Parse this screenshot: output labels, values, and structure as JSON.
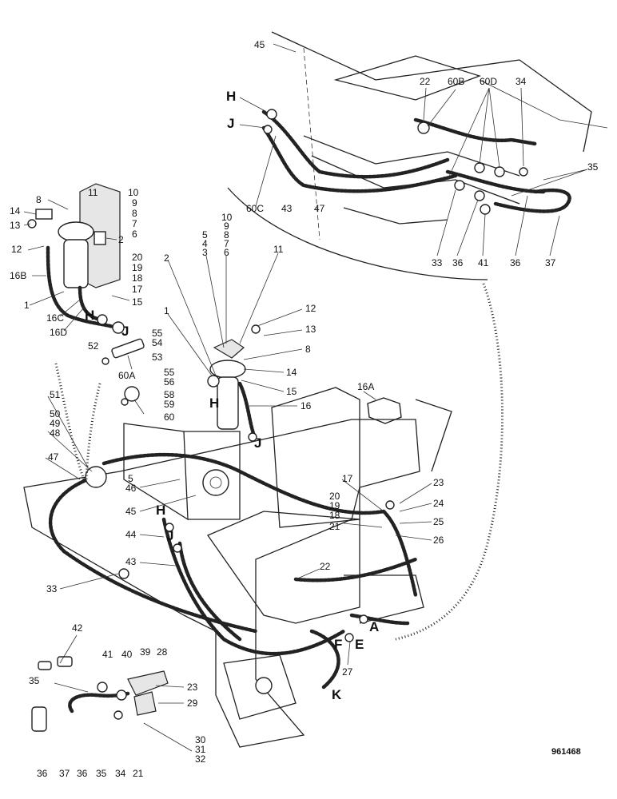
{
  "figure": {
    "reference_number": "961468"
  },
  "callouts": [
    {
      "id": "c45",
      "text": "45"
    },
    {
      "id": "c22a",
      "text": "22"
    },
    {
      "id": "c60B",
      "text": "60B"
    },
    {
      "id": "c60D",
      "text": "60D"
    },
    {
      "id": "c34a",
      "text": "34"
    },
    {
      "id": "cHa",
      "text": "H"
    },
    {
      "id": "cJa",
      "text": "J"
    },
    {
      "id": "c35a",
      "text": "35"
    },
    {
      "id": "c60C",
      "text": "60C"
    },
    {
      "id": "c43a",
      "text": "43"
    },
    {
      "id": "c47a",
      "text": "47"
    },
    {
      "id": "c33a",
      "text": "33"
    },
    {
      "id": "c36a",
      "text": "36"
    },
    {
      "id": "c41a",
      "text": "41"
    },
    {
      "id": "c36b",
      "text": "36"
    },
    {
      "id": "c37a",
      "text": "37"
    },
    {
      "id": "c11a",
      "text": "11"
    },
    {
      "id": "c10a",
      "text": "10"
    },
    {
      "id": "c9a",
      "text": "9"
    },
    {
      "id": "c8a",
      "text": "8"
    },
    {
      "id": "c7a",
      "text": "7"
    },
    {
      "id": "c6a",
      "text": "6"
    },
    {
      "id": "c8b",
      "text": "8"
    },
    {
      "id": "c14a",
      "text": "14"
    },
    {
      "id": "c13a",
      "text": "13"
    },
    {
      "id": "c2a",
      "text": "2"
    },
    {
      "id": "c12a",
      "text": "12"
    },
    {
      "id": "c20a",
      "text": "20"
    },
    {
      "id": "c19a",
      "text": "19"
    },
    {
      "id": "c18a",
      "text": "18"
    },
    {
      "id": "c17a",
      "text": "17"
    },
    {
      "id": "c16B",
      "text": "16B"
    },
    {
      "id": "c1a",
      "text": "1"
    },
    {
      "id": "c15a",
      "text": "15"
    },
    {
      "id": "c16C",
      "text": "16C"
    },
    {
      "id": "cHb",
      "text": "H"
    },
    {
      "id": "c16D",
      "text": "16D"
    },
    {
      "id": "cJb",
      "text": "J"
    },
    {
      "id": "c10b",
      "text": "10"
    },
    {
      "id": "c9b",
      "text": "9"
    },
    {
      "id": "c8c",
      "text": "8"
    },
    {
      "id": "c7b",
      "text": "7"
    },
    {
      "id": "c6b",
      "text": "6"
    },
    {
      "id": "c5a",
      "text": "5"
    },
    {
      "id": "c4a",
      "text": "4"
    },
    {
      "id": "c3a",
      "text": "3"
    },
    {
      "id": "c2b",
      "text": "2"
    },
    {
      "id": "c11b",
      "text": "11"
    },
    {
      "id": "c12b",
      "text": "12"
    },
    {
      "id": "c13b",
      "text": "13"
    },
    {
      "id": "c1b",
      "text": "1"
    },
    {
      "id": "c8d",
      "text": "8"
    },
    {
      "id": "c14b",
      "text": "14"
    },
    {
      "id": "c15b",
      "text": "15"
    },
    {
      "id": "c16a",
      "text": "16"
    },
    {
      "id": "cHc",
      "text": "H"
    },
    {
      "id": "cJc",
      "text": "J"
    },
    {
      "id": "c16A",
      "text": "16A"
    },
    {
      "id": "c55a",
      "text": "55"
    },
    {
      "id": "c54a",
      "text": "54"
    },
    {
      "id": "c52a",
      "text": "52"
    },
    {
      "id": "c53a",
      "text": "53"
    },
    {
      "id": "c60A",
      "text": "60A"
    },
    {
      "id": "c55b",
      "text": "55"
    },
    {
      "id": "c56a",
      "text": "56"
    },
    {
      "id": "c58a",
      "text": "58"
    },
    {
      "id": "c59a",
      "text": "59"
    },
    {
      "id": "c60a",
      "text": "60"
    },
    {
      "id": "c51a",
      "text": "51"
    },
    {
      "id": "c50a",
      "text": "50"
    },
    {
      "id": "c49a",
      "text": "49"
    },
    {
      "id": "c48a",
      "text": "48"
    },
    {
      "id": "c47b",
      "text": "47"
    },
    {
      "id": "c5b",
      "text": "5"
    },
    {
      "id": "c46a",
      "text": "46"
    },
    {
      "id": "c45b",
      "text": "45"
    },
    {
      "id": "cHd",
      "text": "H"
    },
    {
      "id": "c44a",
      "text": "44"
    },
    {
      "id": "cJd",
      "text": "J"
    },
    {
      "id": "c43b",
      "text": "43"
    },
    {
      "id": "c33b",
      "text": "33"
    },
    {
      "id": "c17b",
      "text": "17"
    },
    {
      "id": "c20b",
      "text": "20"
    },
    {
      "id": "c19b",
      "text": "19"
    },
    {
      "id": "c18b",
      "text": "18"
    },
    {
      "id": "c21a",
      "text": "21"
    },
    {
      "id": "c23a",
      "text": "23"
    },
    {
      "id": "c24a",
      "text": "24"
    },
    {
      "id": "c25a",
      "text": "25"
    },
    {
      "id": "c26a",
      "text": "26"
    },
    {
      "id": "c22b",
      "text": "22"
    },
    {
      "id": "cA",
      "text": "A"
    },
    {
      "id": "cF",
      "text": "F"
    },
    {
      "id": "cE",
      "text": "E"
    },
    {
      "id": "c27a",
      "text": "27"
    },
    {
      "id": "cK",
      "text": "K"
    },
    {
      "id": "c42a",
      "text": "42"
    },
    {
      "id": "c41b",
      "text": "41"
    },
    {
      "id": "c40a",
      "text": "40"
    },
    {
      "id": "c39a",
      "text": "39"
    },
    {
      "id": "c28a",
      "text": "28"
    },
    {
      "id": "c35b",
      "text": "35"
    },
    {
      "id": "c23b",
      "text": "23"
    },
    {
      "id": "c29a",
      "text": "29"
    },
    {
      "id": "c30a",
      "text": "30"
    },
    {
      "id": "c31a",
      "text": "31"
    },
    {
      "id": "c32a",
      "text": "32"
    },
    {
      "id": "c36c",
      "text": "36"
    },
    {
      "id": "c37b",
      "text": "37"
    },
    {
      "id": "c36d",
      "text": "36"
    },
    {
      "id": "c35c",
      "text": "35"
    },
    {
      "id": "c34b",
      "text": "34"
    },
    {
      "id": "c21b",
      "text": "21"
    }
  ]
}
